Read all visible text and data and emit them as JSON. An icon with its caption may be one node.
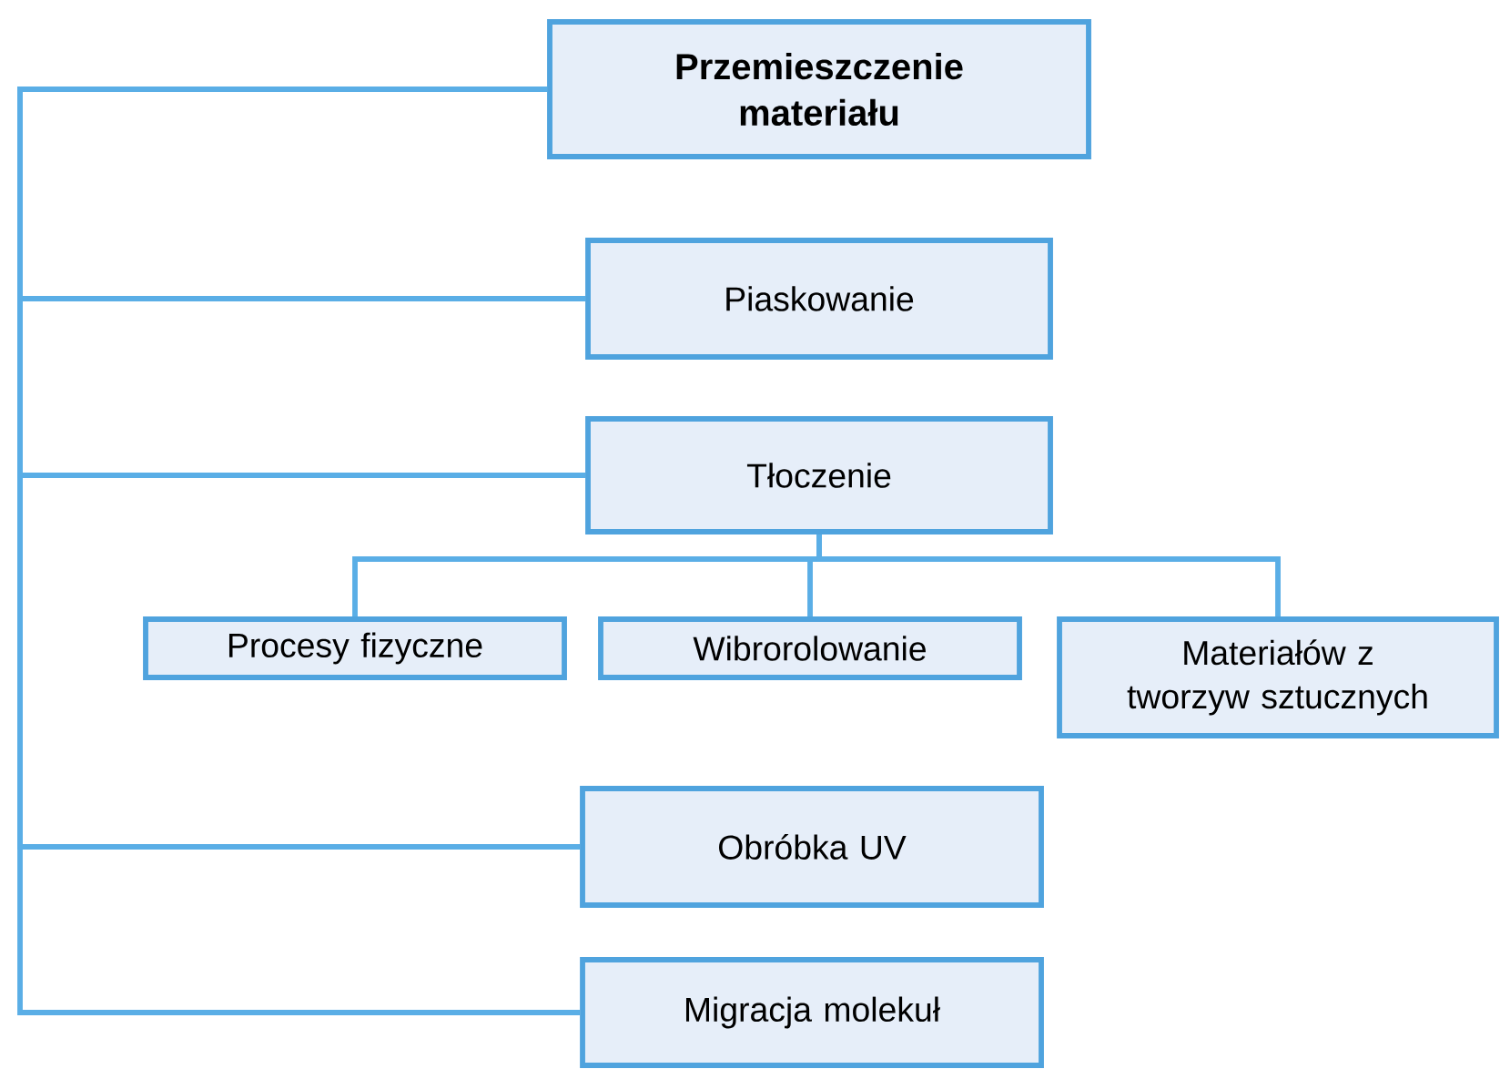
{
  "diagram": {
    "nodes": [
      {
        "text": [
          "Przemieszczenie materiału"
        ]
      },
      {
        "text": [
          "Piaskowanie"
        ]
      },
      {
        "text": [
          "Tłoczenie"
        ]
      },
      {
        "text": [
          "Procesy fizyczne"
        ]
      },
      {
        "text": [
          "Wibrorolowanie"
        ]
      },
      {
        "text": [
          "Materiałów z tworzyw sztucznych"
        ]
      },
      {
        "text": [
          "Obróbka UV"
        ]
      },
      {
        "text": [
          "Migracja molekuł"
        ]
      }
    ],
    "edges": [
      {
        "from": 0,
        "to": 1,
        "arrow": "none"
      },
      {
        "from": 0,
        "to": 2,
        "arrow": "none"
      },
      {
        "from": 0,
        "to": 6,
        "arrow": "none"
      },
      {
        "from": 0,
        "to": 7,
        "arrow": "none"
      },
      {
        "from": 2,
        "to": 3,
        "arrow": "none"
      },
      {
        "from": 2,
        "to": 4,
        "arrow": "none"
      },
      {
        "from": 2,
        "to": 5,
        "arrow": "none"
      }
    ]
  }
}
